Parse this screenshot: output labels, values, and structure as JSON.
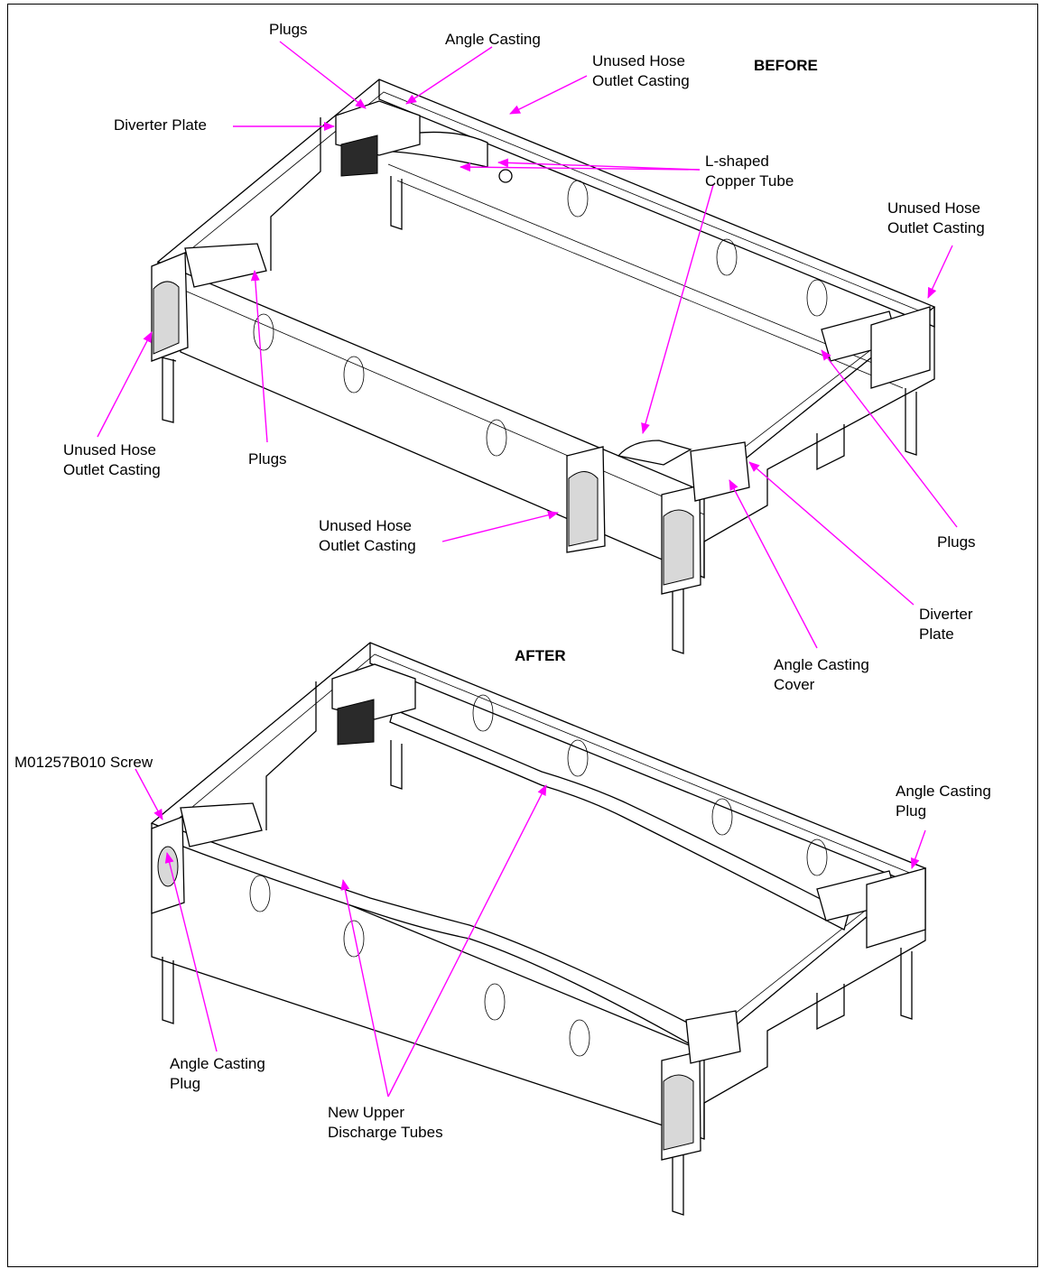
{
  "colors": {
    "callout": "#ff00ff",
    "line": "#000000",
    "background": "#ffffff"
  },
  "headings": {
    "before": "BEFORE",
    "after": "AFTER"
  },
  "labels": {
    "plugs_top": "Plugs",
    "angle_casting": "Angle Casting",
    "unused_hose_top": "Unused Hose\nOutlet Casting",
    "diverter_plate_left": "Diverter Plate",
    "l_shaped_tube": "L-shaped\nCopper Tube",
    "unused_hose_right": "Unused Hose\nOutlet Casting",
    "unused_hose_left": "Unused Hose\nOutlet Casting",
    "plugs_mid": "Plugs",
    "unused_hose_bottom": "Unused Hose\nOutlet Casting",
    "plugs_right": "Plugs",
    "diverter_plate_right": "Diverter\nPlate",
    "angle_casting_cover": "Angle Casting\nCover",
    "screw": "M01257B010 Screw",
    "angle_casting_plug_right": "Angle Casting\nPlug",
    "angle_casting_plug_left": "Angle Casting\nPlug",
    "new_tubes": "New Upper\nDischarge Tubes"
  }
}
